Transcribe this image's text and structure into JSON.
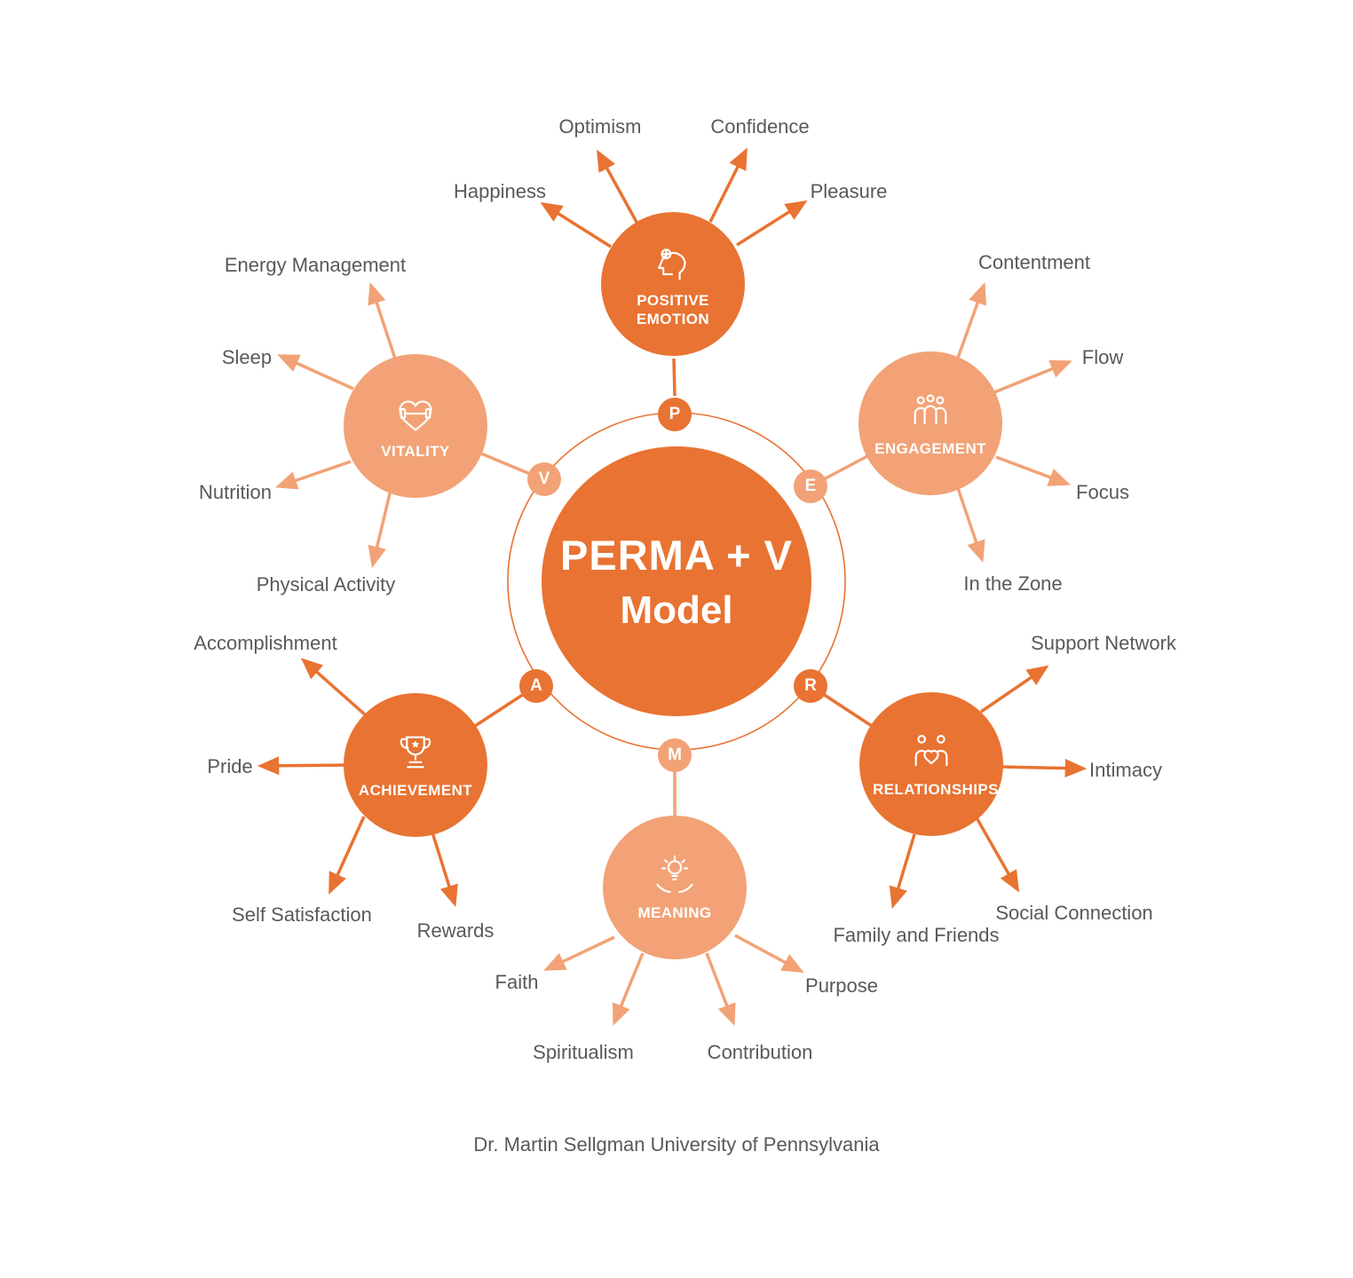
{
  "title": {
    "line1": "PERMA + V",
    "line2": "Model"
  },
  "caption": "Dr. Martin Sellgman University of Pennsylvania",
  "colors": {
    "dark_orange": "#E87332",
    "light_orange": "#F2A276",
    "label_gray": "#58595B",
    "background": "#FFFFFF"
  },
  "nodes": [
    {
      "letter": "P",
      "label": "POSITIVE EMOTION",
      "tone": "dark",
      "icon": "head-plus-icon",
      "spokes": [
        "Optimism",
        "Confidence",
        "Happiness",
        "Pleasure"
      ]
    },
    {
      "letter": "E",
      "label": "ENGAGEMENT",
      "tone": "light",
      "icon": "people-group-icon",
      "spokes": [
        "Contentment",
        "Flow",
        "Focus",
        "In the Zone"
      ]
    },
    {
      "letter": "R",
      "label": "RELATIONSHIPS",
      "tone": "dark",
      "icon": "couple-heart-icon",
      "spokes": [
        "Support Network",
        "Intimacy",
        "Social Connection",
        "Family and Friends"
      ]
    },
    {
      "letter": "M",
      "label": "MEANING",
      "tone": "light",
      "icon": "bulb-hands-icon",
      "spokes": [
        "Faith",
        "Spiritualism",
        "Contribution",
        "Purpose"
      ]
    },
    {
      "letter": "A",
      "label": "ACHIEVEMENT",
      "tone": "dark",
      "icon": "trophy-star-icon",
      "spokes": [
        "Accomplishment",
        "Pride",
        "Self Satisfaction",
        "Rewards"
      ]
    },
    {
      "letter": "V",
      "label": "VITALITY",
      "tone": "light",
      "icon": "heart-dumbbell-icon",
      "spokes": [
        "Energy Management",
        "Sleep",
        "Nutrition",
        "Physical Activity"
      ]
    }
  ]
}
